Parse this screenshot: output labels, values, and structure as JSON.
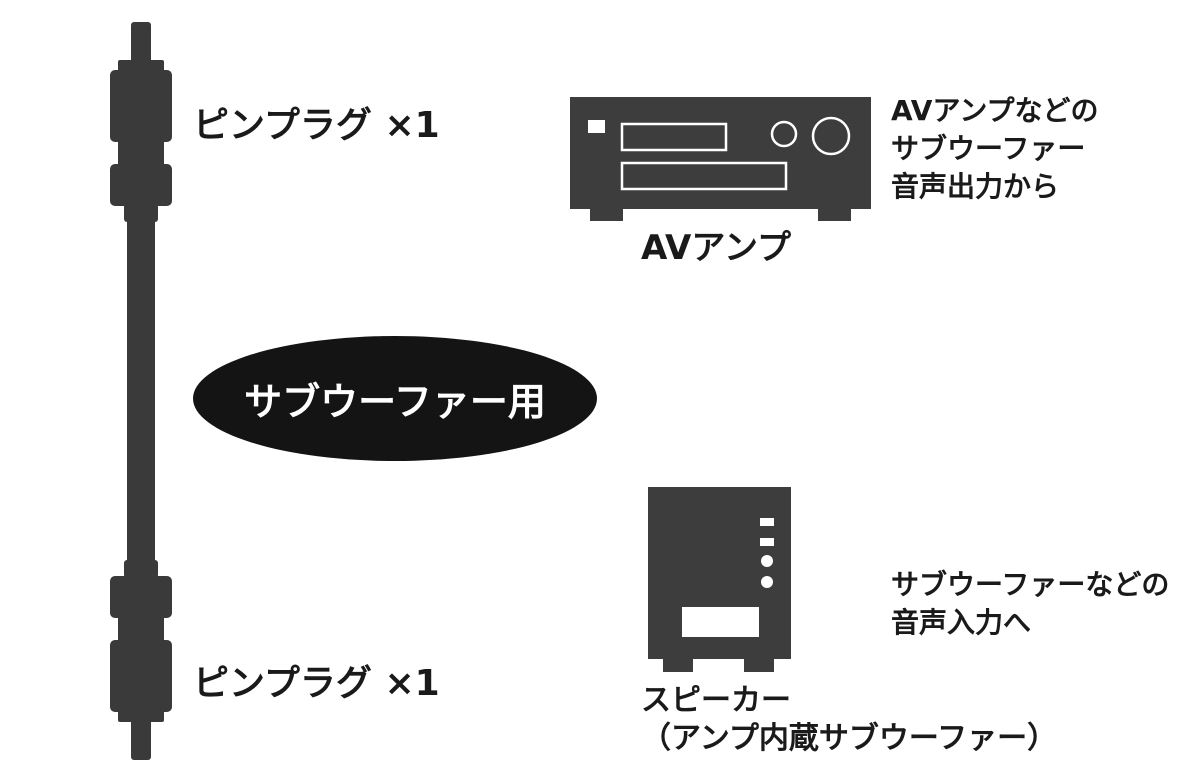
{
  "cable": {
    "top_plug_label": "ピンプラグ ×1",
    "bottom_plug_label": "ピンプラグ ×1",
    "usage_badge": "サブウーファー用"
  },
  "av_amp": {
    "name": "AVアンプ",
    "source_description": [
      "AVアンプなどの",
      "サブウーファー",
      "音声出力から"
    ]
  },
  "speaker": {
    "name": [
      "スピーカー",
      "（アンプ内蔵サブウーファー）"
    ],
    "destination_description": [
      "サブウーファーなどの",
      "音声入力へ"
    ]
  },
  "colors": {
    "device_body": "#3d3d3d",
    "cable": "#3a3a3a",
    "badge": "#141414",
    "text": "#1a1a1a"
  }
}
